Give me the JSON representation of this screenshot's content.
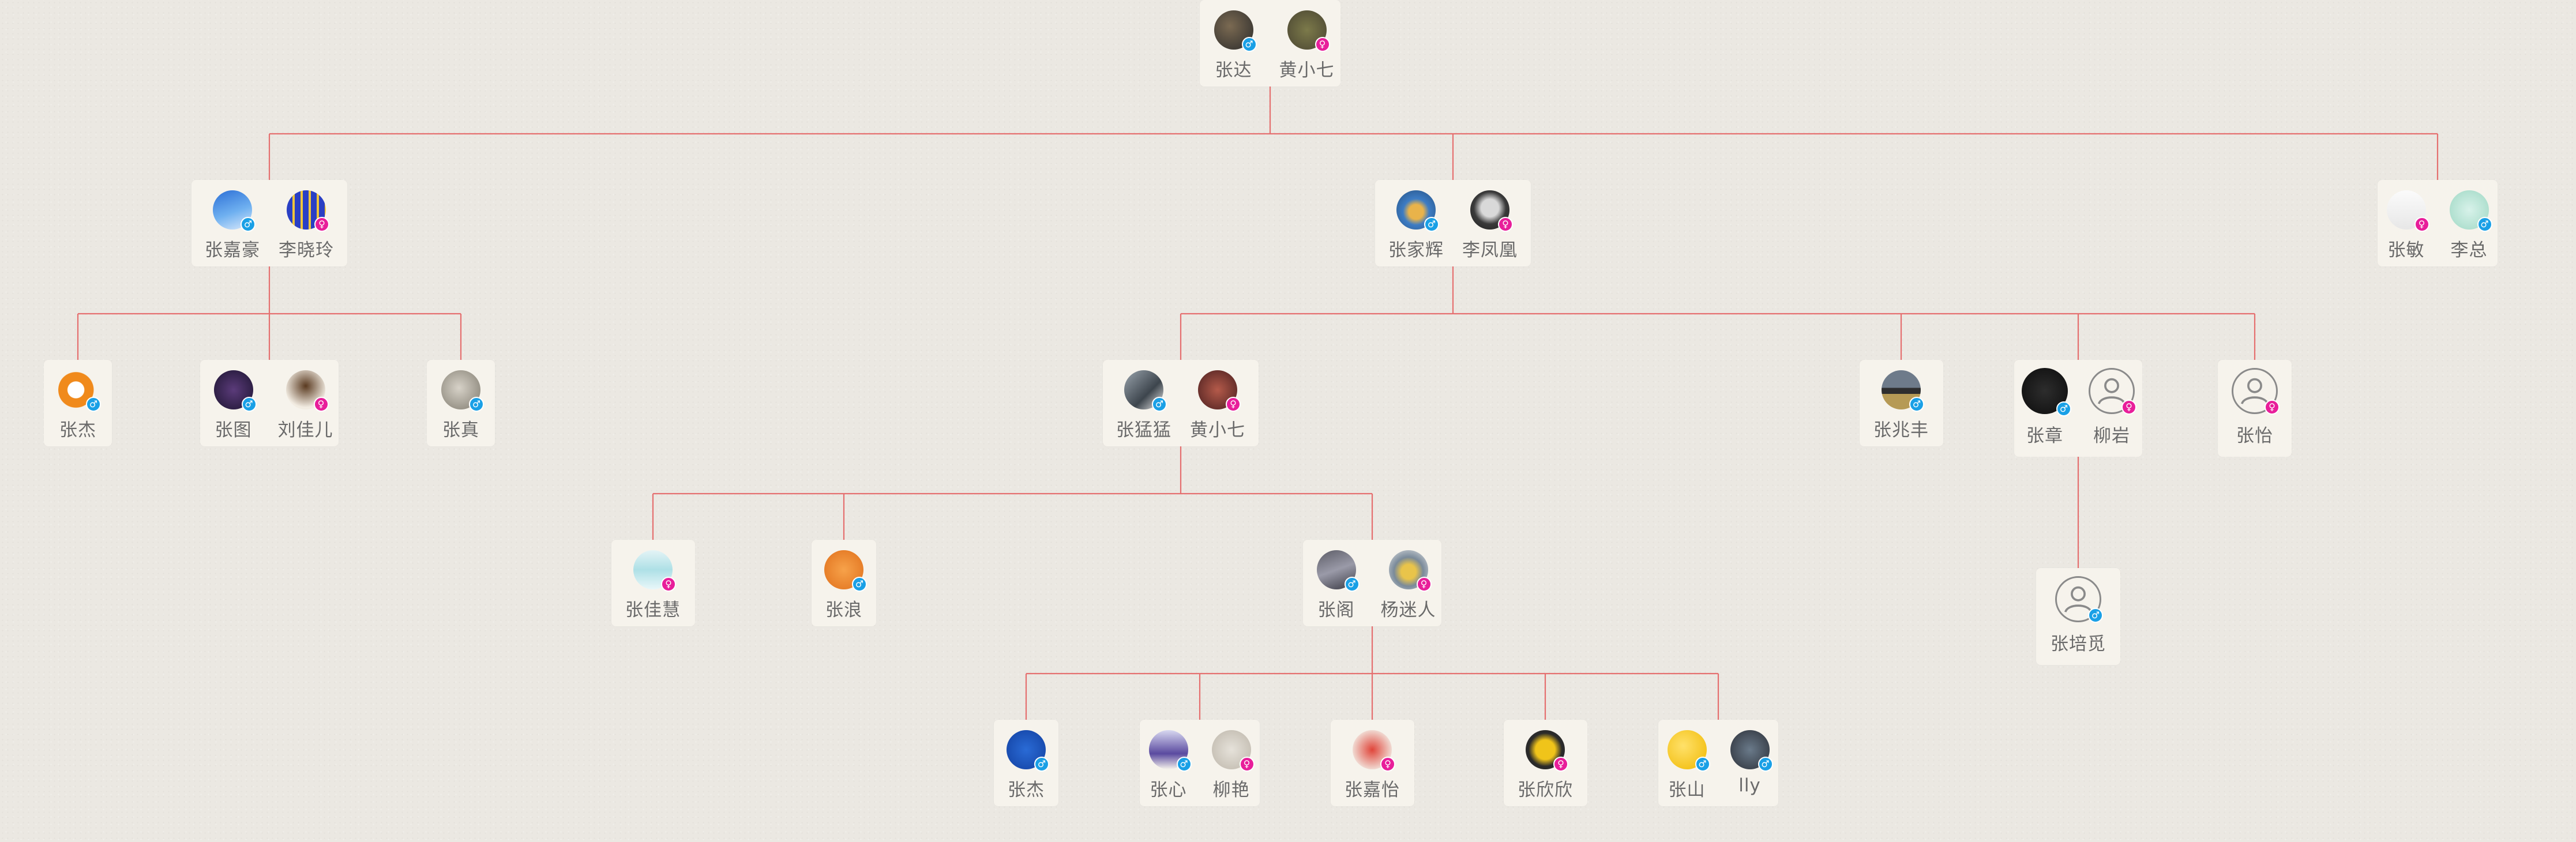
{
  "colors": {
    "background": "#ebe8e2",
    "card": "#f6f3ec",
    "connector": "#e56f6f",
    "male_badge": "#1aa0e6",
    "female_badge": "#e81e9a",
    "name_text": "#6a6a6a"
  },
  "gender_symbols": {
    "male": "♂",
    "female": "♀"
  },
  "tree": [
    {
      "id": "n1",
      "people": [
        {
          "name": "张达",
          "gender": "male",
          "avatar": "photo"
        },
        {
          "name": "黄小七",
          "gender": "female",
          "avatar": "photo"
        }
      ]
    },
    {
      "id": "n2",
      "parent": "n1",
      "people": [
        {
          "name": "张嘉豪",
          "gender": "male",
          "avatar": "photo"
        },
        {
          "name": "李晓玲",
          "gender": "female",
          "avatar": "photo"
        }
      ]
    },
    {
      "id": "n3",
      "parent": "n1",
      "people": [
        {
          "name": "张家辉",
          "gender": "male",
          "avatar": "photo"
        },
        {
          "name": "李凤凰",
          "gender": "female",
          "avatar": "photo"
        }
      ]
    },
    {
      "id": "n4",
      "parent": "n1",
      "people": [
        {
          "name": "张敏",
          "gender": "female",
          "avatar": "photo"
        },
        {
          "name": "李总",
          "gender": "male",
          "avatar": "photo"
        }
      ]
    },
    {
      "id": "n5",
      "parent": "n2",
      "people": [
        {
          "name": "张杰",
          "gender": "male",
          "avatar": "photo"
        }
      ]
    },
    {
      "id": "n6",
      "parent": "n2",
      "people": [
        {
          "name": "张图",
          "gender": "male",
          "avatar": "photo"
        },
        {
          "name": "刘佳儿",
          "gender": "female",
          "avatar": "photo"
        }
      ]
    },
    {
      "id": "n7",
      "parent": "n2",
      "people": [
        {
          "name": "张真",
          "gender": "male",
          "avatar": "photo"
        }
      ]
    },
    {
      "id": "n8",
      "parent": "n3",
      "people": [
        {
          "name": "张猛猛",
          "gender": "male",
          "avatar": "photo"
        },
        {
          "name": "黄小七",
          "gender": "female",
          "avatar": "photo"
        }
      ]
    },
    {
      "id": "n9",
      "parent": "n3",
      "people": [
        {
          "name": "张兆丰",
          "gender": "male",
          "avatar": "photo"
        }
      ]
    },
    {
      "id": "n10",
      "parent": "n3",
      "people": [
        {
          "name": "张章",
          "gender": "male",
          "avatar": "photo"
        },
        {
          "name": "柳岩",
          "gender": "female",
          "avatar": "default-user-icon"
        }
      ]
    },
    {
      "id": "n11",
      "parent": "n3",
      "people": [
        {
          "name": "张怡",
          "gender": "female",
          "avatar": "default-user-icon"
        }
      ]
    },
    {
      "id": "n12",
      "parent": "n8",
      "people": [
        {
          "name": "张佳慧",
          "gender": "female",
          "avatar": "photo"
        }
      ]
    },
    {
      "id": "n13",
      "parent": "n8",
      "people": [
        {
          "name": "张浪",
          "gender": "male",
          "avatar": "photo"
        }
      ]
    },
    {
      "id": "n14",
      "parent": "n8",
      "people": [
        {
          "name": "张阁",
          "gender": "male",
          "avatar": "photo"
        },
        {
          "name": "杨迷人",
          "gender": "female",
          "avatar": "photo"
        }
      ]
    },
    {
      "id": "n15",
      "parent": "n10",
      "people": [
        {
          "name": "张培觅",
          "gender": "male",
          "avatar": "default-user-icon"
        }
      ]
    },
    {
      "id": "n16",
      "parent": "n14",
      "people": [
        {
          "name": "张杰",
          "gender": "male",
          "avatar": "photo"
        }
      ]
    },
    {
      "id": "n17",
      "parent": "n14",
      "people": [
        {
          "name": "张心",
          "gender": "male",
          "avatar": "photo"
        },
        {
          "name": "柳艳",
          "gender": "female",
          "avatar": "photo"
        }
      ]
    },
    {
      "id": "n18",
      "parent": "n14",
      "people": [
        {
          "name": "张嘉怡",
          "gender": "female",
          "avatar": "photo"
        }
      ]
    },
    {
      "id": "n19",
      "parent": "n14",
      "people": [
        {
          "name": "张欣欣",
          "gender": "female",
          "avatar": "photo"
        }
      ]
    },
    {
      "id": "n20",
      "parent": "n14",
      "people": [
        {
          "name": "张山",
          "gender": "male",
          "avatar": "photo"
        },
        {
          "name": "lly",
          "gender": "male",
          "avatar": "photo"
        }
      ]
    }
  ]
}
